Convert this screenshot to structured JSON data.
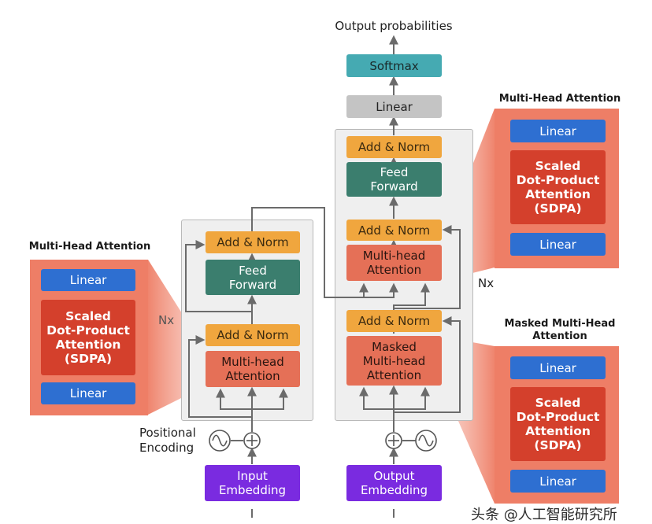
{
  "output_probabilities": "Output probabilities",
  "softmax": "Softmax",
  "top_linear": "Linear",
  "nx_left": "Nx",
  "nx_right": "Nx",
  "positional_encoding": "Positional\nEncoding",
  "encoder": {
    "add_norm_top": "Add & Norm",
    "feed_forward": "Feed\nForward",
    "add_norm_bottom": "Add & Norm",
    "multi_head": "Multi-head\nAttention",
    "embedding": "Input\nEmbedding"
  },
  "decoder": {
    "add_norm_top": "Add & Norm",
    "feed_forward": "Feed\nForward",
    "add_norm_mid": "Add & Norm",
    "multi_head": "Multi-head\nAttention",
    "add_norm_bottom": "Add & Norm",
    "masked_multi_head": "Masked\nMulti-head\nAttention",
    "embedding": "Output\nEmbedding"
  },
  "left_panel": {
    "title": "Multi-Head Attention",
    "linear_top": "Linear",
    "sdpa": "Scaled\nDot-Product\nAttention\n(SDPA)",
    "linear_bottom": "Linear"
  },
  "right_top_panel": {
    "title": "Multi-Head Attention",
    "linear_top": "Linear",
    "sdpa": "Scaled\nDot-Product\nAttention\n(SDPA)",
    "linear_bottom": "Linear"
  },
  "right_bottom_panel": {
    "title": "Masked Multi-Head\nAttention",
    "linear_top": "Linear",
    "sdpa": "Scaled\nDot-Product\nAttention\n(SDPA)",
    "linear_bottom": "Linear"
  },
  "watermark": "头条 @人工智能研究所"
}
